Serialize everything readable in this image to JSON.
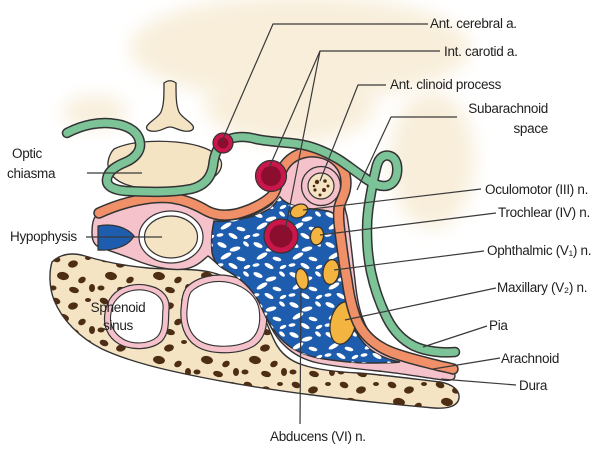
{
  "labels": {
    "ant_cerebral": "Ant. cerebral a.",
    "int_carotid": "Int. carotid a.",
    "ant_clinoid": "Ant. clinoid process",
    "subarachnoid_line1": "Subarachnoid",
    "subarachnoid_line2": "space",
    "oculomotor": "Oculomotor (III) n.",
    "trochlear": "Trochlear (IV) n.",
    "ophthalmic": "Ophthalmic (V₁) n.",
    "maxillary": "Maxillary (V₂) n.",
    "pia": "Pia",
    "arachnoid": "Arachnoid",
    "dura": "Dura",
    "optic_line1": "Optic",
    "optic_line2": "chiasma",
    "hypophysis": "Hypophysis",
    "sphenoid_line1": "Sphenoid",
    "sphenoid_line2": "sinus",
    "abducens": "Abducens (VI) n."
  },
  "colors": {
    "green": "#7CC398",
    "cream": "#F5E4C4",
    "pink": "#F5C2CC",
    "orange": "#EF9069",
    "blue": "#1E5CAD",
    "artery-ring": "#C9174B",
    "artery-core": "#8C0E2F",
    "nerve-yellow": "#F3B440",
    "speckle-brown": "#4D2E15",
    "outline": "#333333",
    "line": "#3a3a3a",
    "text": "#1f1f1f",
    "wash": "#F8EEDA"
  }
}
